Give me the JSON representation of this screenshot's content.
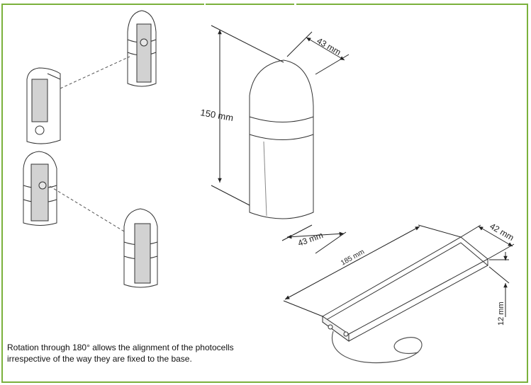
{
  "dimensions": {
    "height": "150 mm",
    "width_top": "43 mm",
    "depth_bottom": "43 mm",
    "base_length": "185 mm",
    "base_width": "42 mm",
    "base_height": "12 mm"
  },
  "caption": "Rotation through 180° allows the alignment of the photocells irrespective of the way they are fixed to the base.",
  "colors": {
    "frame_border": "#7bb13c",
    "line": "#222222",
    "shade": "#c8c8c8"
  }
}
